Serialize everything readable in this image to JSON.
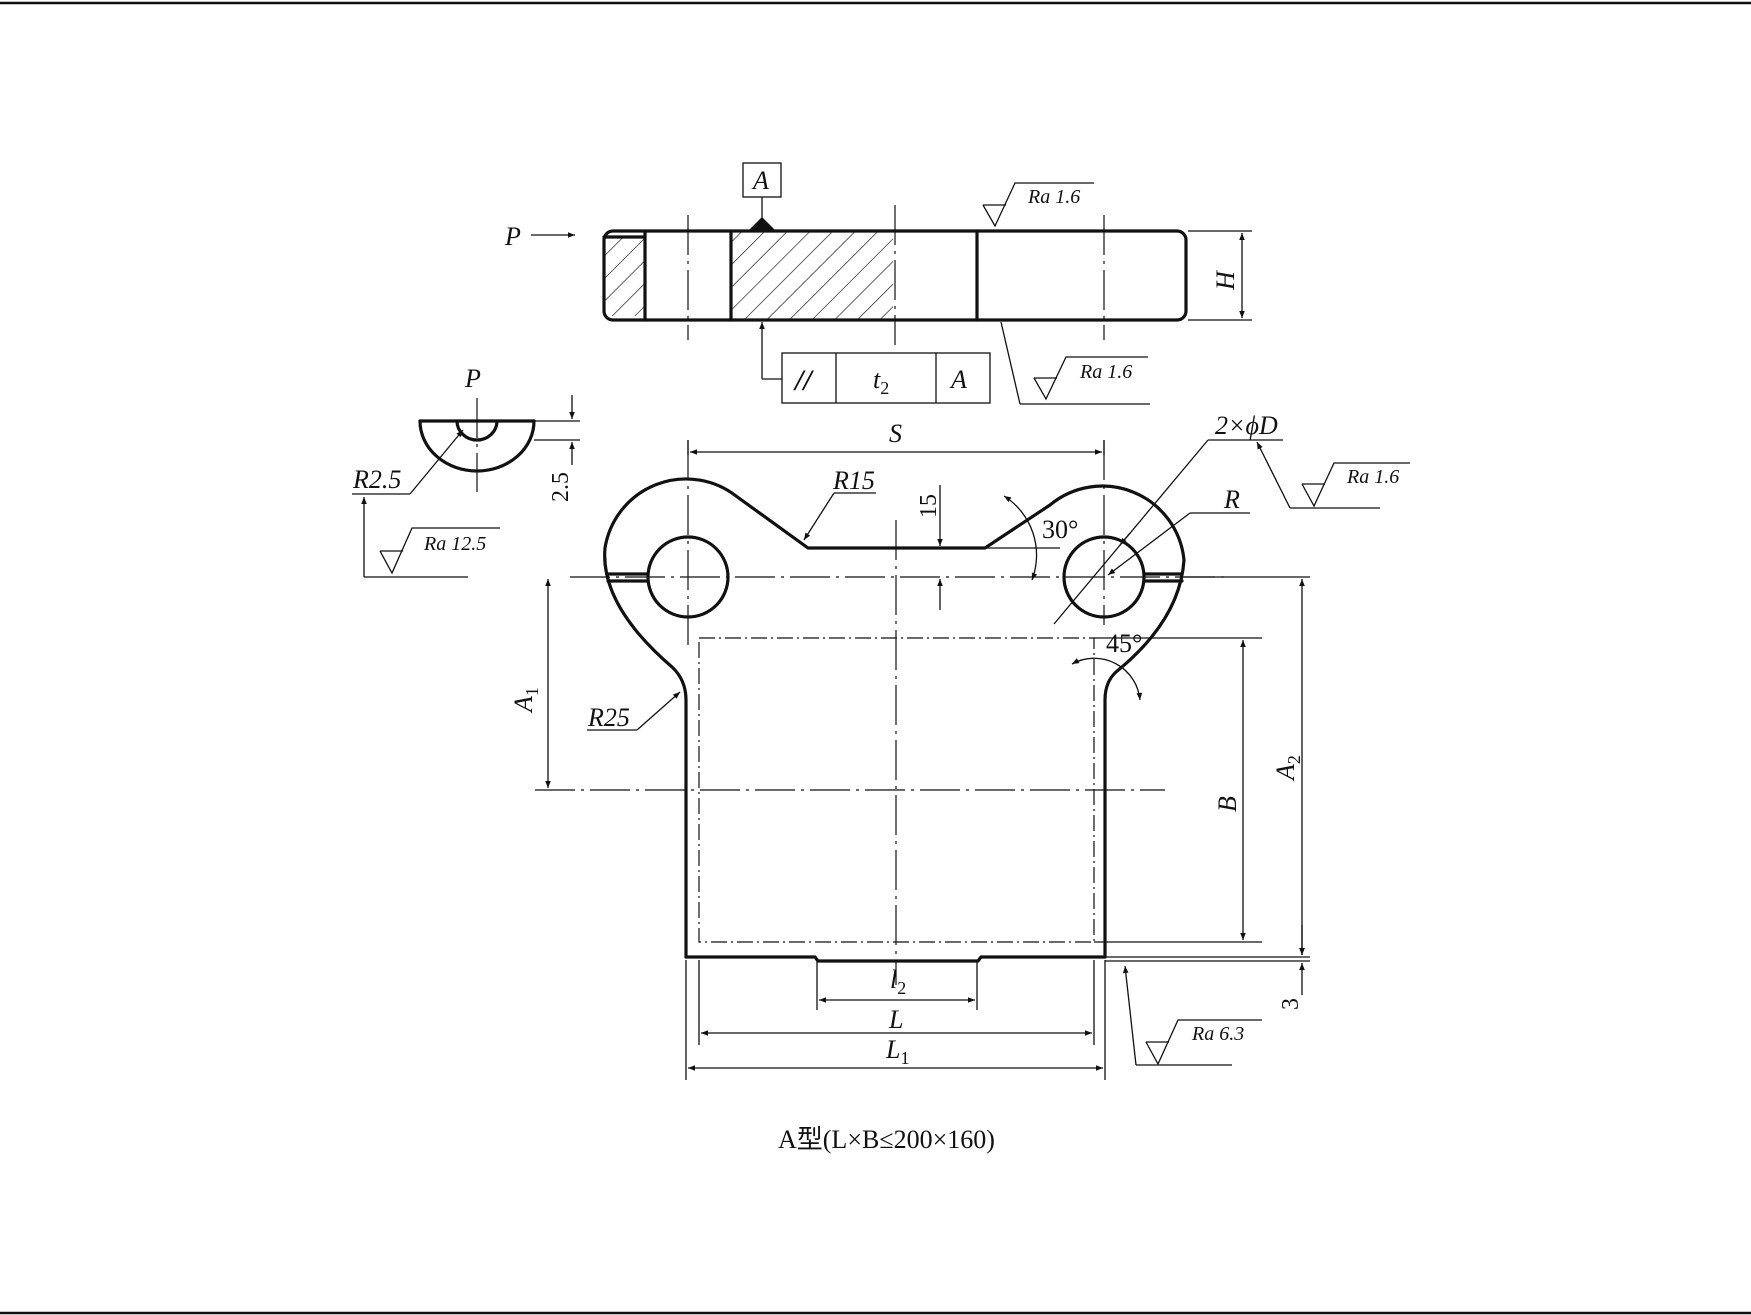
{
  "caption": "A型(L×B≤200×160)",
  "labels": {
    "view_arrow": "P",
    "section_view": "P",
    "datum": "A",
    "tol_symbol": "//",
    "tol_value": "t",
    "tol_sub": "2",
    "tol_datum": "A",
    "S": "S",
    "H": "H",
    "R15": "R15",
    "dim15": "15",
    "angle30": "30°",
    "holes": "2×ϕD",
    "R": "R",
    "R2_5": "R2.5",
    "dim2_5": "2.5",
    "angle45": "45°",
    "R25": "R25",
    "A": "A",
    "A_sub": "1",
    "A2": "A",
    "A2_sub": "2",
    "B": "B",
    "dim3": "3",
    "l": "l",
    "l_sub": "2",
    "L": "L",
    "L1": "L",
    "L1_sub": "1"
  },
  "roughness": {
    "top": "Ra 1.6",
    "bottom": "Ra 1.6",
    "hole": "Ra 1.6",
    "groove": "Ra 12.5",
    "base": "Ra 6.3"
  }
}
